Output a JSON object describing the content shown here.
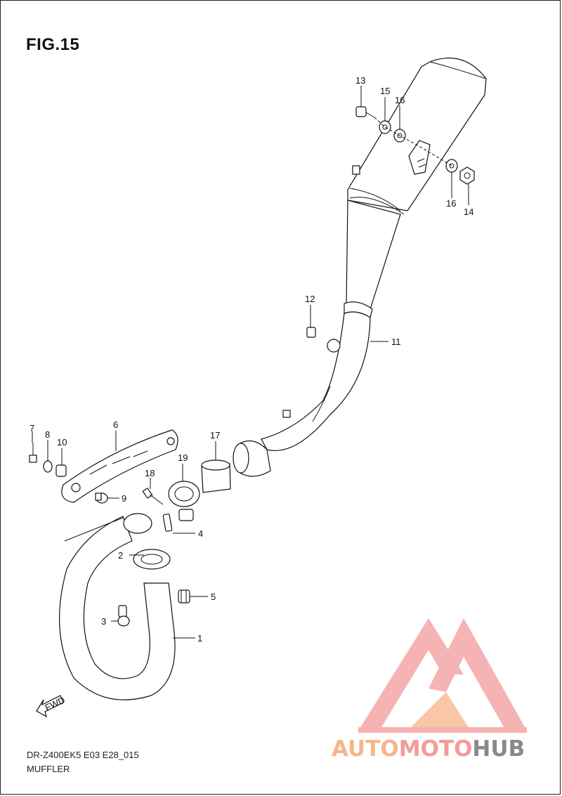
{
  "figure": {
    "title": "FIG.15",
    "code": "DR-Z400EK5 E03 E28_015",
    "name": "MUFFLER"
  },
  "direction_label": "FWD",
  "callouts": [
    "1",
    "2",
    "3",
    "4",
    "5",
    "6",
    "7",
    "8",
    "9",
    "10",
    "11",
    "12",
    "13",
    "14",
    "15",
    "16",
    "16",
    "17",
    "18",
    "19"
  ],
  "watermark": {
    "part1": "AUTO",
    "part2": "MOTO",
    "part3": "HUB",
    "colors": {
      "auto": "#f7b58a",
      "moto": "#f49a9a",
      "hub": "#8a8a8a",
      "logo": "#f28b8b"
    }
  }
}
